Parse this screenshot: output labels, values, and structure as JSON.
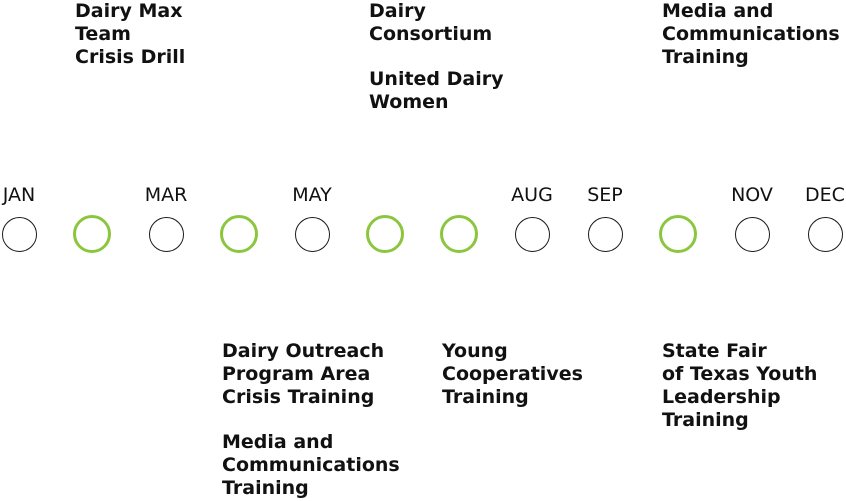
{
  "timeline": {
    "months": [
      {
        "label": "JAN",
        "event": false
      },
      {
        "label": "",
        "event": true
      },
      {
        "label": "MAR",
        "event": false
      },
      {
        "label": "",
        "event": true
      },
      {
        "label": "MAY",
        "event": false
      },
      {
        "label": "",
        "event": true
      },
      {
        "label": "",
        "event": true
      },
      {
        "label": "AUG",
        "event": false
      },
      {
        "label": "SEP",
        "event": false
      },
      {
        "label": "",
        "event": true
      },
      {
        "label": "NOV",
        "event": false
      },
      {
        "label": "DEC",
        "event": false
      }
    ],
    "colors": {
      "event_ring": "#8cc63f",
      "plain_ring": "#1a1a1a",
      "text": "#111111"
    }
  },
  "events_top": [
    {
      "groups": [
        [
          "Dairy Max",
          "Team",
          "Crisis Drill"
        ]
      ]
    },
    {
      "groups": [
        [
          "Dairy",
          "Consortium"
        ],
        [
          "United Dairy",
          "Women"
        ]
      ]
    },
    {
      "groups": [
        [
          "Media and",
          "Communications",
          "Training"
        ]
      ]
    }
  ],
  "events_bottom": [
    {
      "groups": [
        [
          "Dairy Outreach",
          "Program Area",
          "Crisis Training"
        ],
        [
          "Media and",
          "Communications",
          "Training"
        ]
      ]
    },
    {
      "groups": [
        [
          "Young",
          "Cooperatives",
          "Training"
        ]
      ]
    },
    {
      "groups": [
        [
          "State Fair",
          "of Texas Youth",
          "Leadership",
          "Training"
        ]
      ]
    }
  ]
}
